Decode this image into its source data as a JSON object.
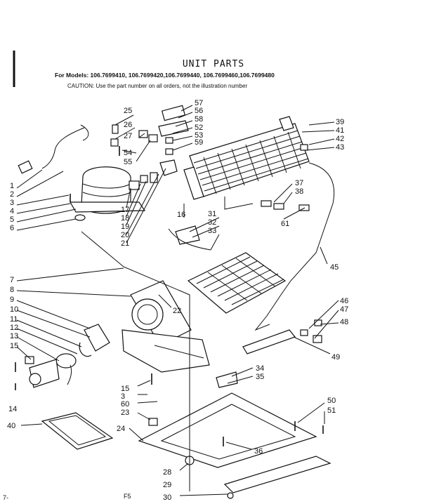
{
  "header": {
    "title": "UNIT PARTS",
    "models": "For Models: 106.7699410, 106.7699420,106.7699440, 106.7699460,106.7699480",
    "caution": "CAUTION: Use the part number on all orders, not the illustration number"
  },
  "labels": [
    "25",
    "26",
    "27",
    "54",
    "55",
    "57",
    "56",
    "58",
    "52",
    "53",
    "59",
    "39",
    "41",
    "42",
    "43",
    "37",
    "38",
    "61",
    "16",
    "31",
    "32",
    "33",
    "45",
    "1",
    "2",
    "3",
    "4",
    "5",
    "6",
    "17",
    "18",
    "19",
    "20",
    "21",
    "7",
    "8",
    "9",
    "10",
    "11",
    "12",
    "13",
    "15",
    "22",
    "14",
    "46",
    "47",
    "48",
    "49",
    "34",
    "35",
    "15",
    "3",
    "60",
    "23",
    "40",
    "24",
    "36",
    "50",
    "51",
    "28",
    "29",
    "30"
  ],
  "footer": {
    "left": "7-",
    "code": "F5"
  },
  "colors": {
    "ink": "#111111",
    "paper": "#ffffff"
  }
}
